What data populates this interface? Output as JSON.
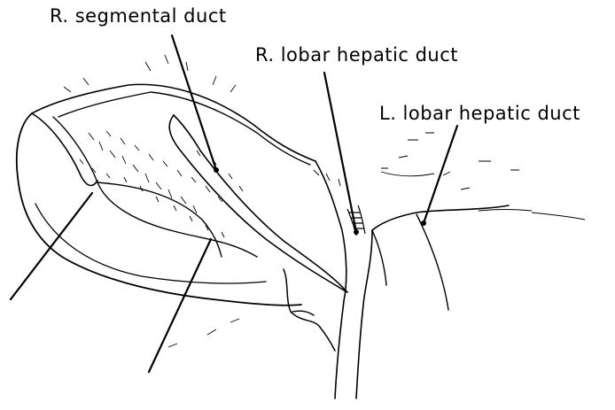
{
  "labels": {
    "r_segmental_duct": "R. segmental duct",
    "r_lobar_hepatic_duct": "R. lobar hepatic duct",
    "l_lobar_hepatic_duct": "L. lobar hepatic duct"
  },
  "colors": {
    "ink": "#000000",
    "background": "#ffffff"
  }
}
